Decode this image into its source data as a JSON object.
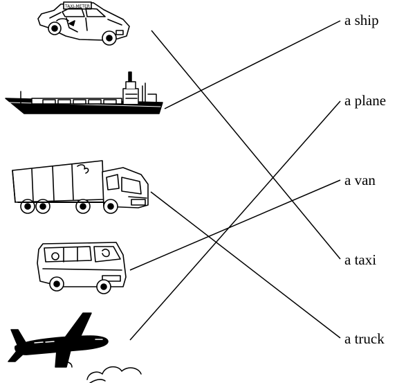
{
  "labels": {
    "ship": "a ship",
    "plane": "a plane",
    "van": "a van",
    "taxi": "a taxi",
    "truck": "a truck"
  },
  "taxi_sign": "TAXI-METER",
  "pictures": [
    "taxi-car",
    "cargo-ship",
    "delivery-truck",
    "van",
    "airplane"
  ],
  "matches": [
    {
      "picture": "taxi-car",
      "word": "a taxi"
    },
    {
      "picture": "cargo-ship",
      "word": "a ship"
    },
    {
      "picture": "delivery-truck",
      "word": "a truck"
    },
    {
      "picture": "van",
      "word": "a van"
    },
    {
      "picture": "airplane",
      "word": "a plane"
    }
  ]
}
